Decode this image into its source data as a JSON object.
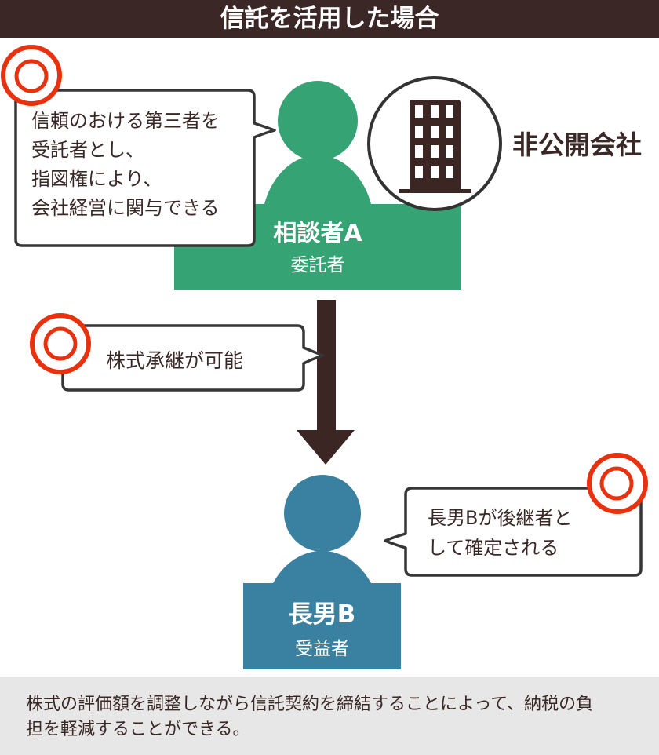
{
  "header": {
    "title": "信託を活用した場合"
  },
  "client": {
    "name": "相談者A",
    "role": "委託者",
    "icon": "person-icon",
    "color": "#35a373"
  },
  "company": {
    "label": "非公開会社",
    "icon": "building-icon"
  },
  "beneficiary": {
    "name": "長男B",
    "role": "受益者",
    "icon": "person-icon",
    "color": "#3a80a0"
  },
  "flow": {
    "arrow_icon": "arrow-down-icon",
    "arrow_color": "#3b2624"
  },
  "bubbles": [
    {
      "mark_icon": "double-circle-icon",
      "lines": [
        "信頼のおける第三者を",
        "受託者とし、",
        "指図権により、",
        "会社経営に関与できる"
      ]
    },
    {
      "mark_icon": "double-circle-icon",
      "lines": [
        "株式承継が可能"
      ]
    },
    {
      "mark_icon": "double-circle-icon",
      "lines": [
        "長男Bが後継者と",
        "して確定される"
      ]
    }
  ],
  "footer": {
    "lines": [
      "株式の評価額を調整しながら信託契約を締結することによって、納税の負",
      "担を軽減することができる。"
    ]
  },
  "colors": {
    "title_bar": "#3b2725",
    "text": "#3a2826",
    "mark_red": "#e8320f",
    "client_green": "#35a373",
    "beneficiary_blue": "#3a80a0",
    "footer_bg": "#e8e7e7",
    "bubble_border": "#363636"
  }
}
